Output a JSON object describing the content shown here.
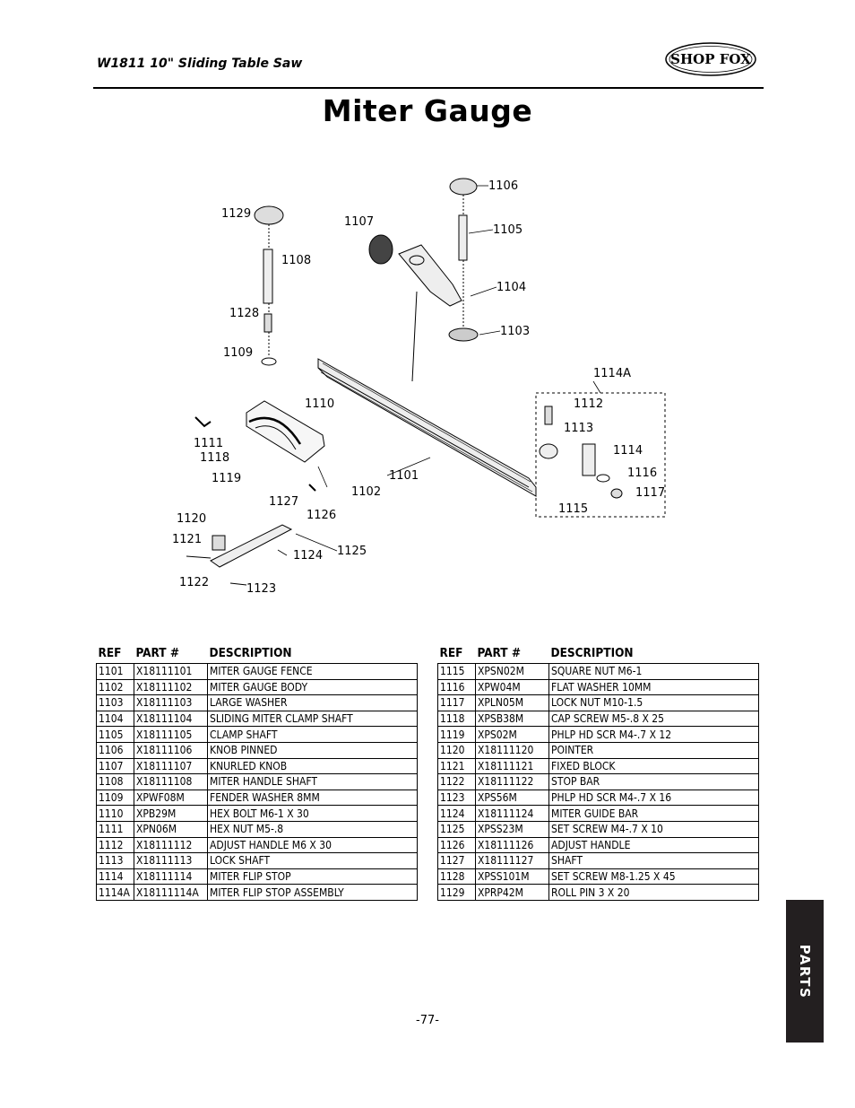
{
  "header": {
    "model_title": "W1811 10\" Sliding Table Saw",
    "logo_text": "SHOP FOX"
  },
  "page_title": "Miter Gauge",
  "diagram_callouts": [
    "1101",
    "1102",
    "1103",
    "1104",
    "1105",
    "1106",
    "1107",
    "1108",
    "1109",
    "1110",
    "1111",
    "1112",
    "1113",
    "1114",
    "1114A",
    "1115",
    "1116",
    "1117",
    "1118",
    "1119",
    "1120",
    "1121",
    "1122",
    "1123",
    "1124",
    "1125",
    "1126",
    "1127",
    "1128",
    "1129"
  ],
  "columns": {
    "ref": "REF",
    "part": "PART #",
    "description": "DESCRIPTION"
  },
  "parts_left": [
    {
      "ref": "1101",
      "part": "X18111101",
      "desc": "MITER GAUGE FENCE"
    },
    {
      "ref": "1102",
      "part": "X18111102",
      "desc": "MITER GAUGE BODY"
    },
    {
      "ref": "1103",
      "part": "X18111103",
      "desc": "LARGE WASHER"
    },
    {
      "ref": "1104",
      "part": "X18111104",
      "desc": "SLIDING MITER CLAMP SHAFT"
    },
    {
      "ref": "1105",
      "part": "X18111105",
      "desc": "CLAMP SHAFT"
    },
    {
      "ref": "1106",
      "part": "X18111106",
      "desc": "KNOB PINNED"
    },
    {
      "ref": "1107",
      "part": "X18111107",
      "desc": "KNURLED KNOB"
    },
    {
      "ref": "1108",
      "part": "X18111108",
      "desc": "MITER HANDLE SHAFT"
    },
    {
      "ref": "1109",
      "part": "XPWF08M",
      "desc": "FENDER WASHER 8MM"
    },
    {
      "ref": "1110",
      "part": "XPB29M",
      "desc": "HEX BOLT M6-1 X 30"
    },
    {
      "ref": "1111",
      "part": "XPN06M",
      "desc": "HEX NUT M5-.8"
    },
    {
      "ref": "1112",
      "part": "X18111112",
      "desc": "ADJUST HANDLE M6 X 30"
    },
    {
      "ref": "1113",
      "part": "X18111113",
      "desc": "LOCK SHAFT"
    },
    {
      "ref": "1114",
      "part": "X18111114",
      "desc": "MITER FLIP STOP"
    },
    {
      "ref": "1114A",
      "part": "X18111114A",
      "desc": "MITER FLIP STOP ASSEMBLY"
    }
  ],
  "parts_right": [
    {
      "ref": "1115",
      "part": "XPSN02M",
      "desc": "SQUARE NUT M6-1"
    },
    {
      "ref": "1116",
      "part": "XPW04M",
      "desc": "FLAT WASHER 10MM"
    },
    {
      "ref": "1117",
      "part": "XPLN05M",
      "desc": "LOCK NUT M10-1.5"
    },
    {
      "ref": "1118",
      "part": "XPSB38M",
      "desc": "CAP SCREW M5-.8 X 25"
    },
    {
      "ref": "1119",
      "part": "XPS02M",
      "desc": "PHLP HD SCR M4-.7 X 12"
    },
    {
      "ref": "1120",
      "part": "X18111120",
      "desc": "POINTER"
    },
    {
      "ref": "1121",
      "part": "X18111121",
      "desc": "FIXED BLOCK"
    },
    {
      "ref": "1122",
      "part": "X18111122",
      "desc": "STOP BAR"
    },
    {
      "ref": "1123",
      "part": "XPS56M",
      "desc": "PHLP HD SCR M4-.7 X 16"
    },
    {
      "ref": "1124",
      "part": "X18111124",
      "desc": "MITER GUIDE BAR"
    },
    {
      "ref": "1125",
      "part": "XPSS23M",
      "desc": "SET SCREW M4-.7 X 10"
    },
    {
      "ref": "1126",
      "part": "X18111126",
      "desc": "ADJUST HANDLE"
    },
    {
      "ref": "1127",
      "part": "X18111127",
      "desc": "SHAFT"
    },
    {
      "ref": "1128",
      "part": "XPSS101M",
      "desc": "SET SCREW M8-1.25 X 45"
    },
    {
      "ref": "1129",
      "part": "XPRP42M",
      "desc": "ROLL PIN 3 X 20"
    }
  ],
  "page_number": "-77-",
  "side_tab": "PARTS"
}
